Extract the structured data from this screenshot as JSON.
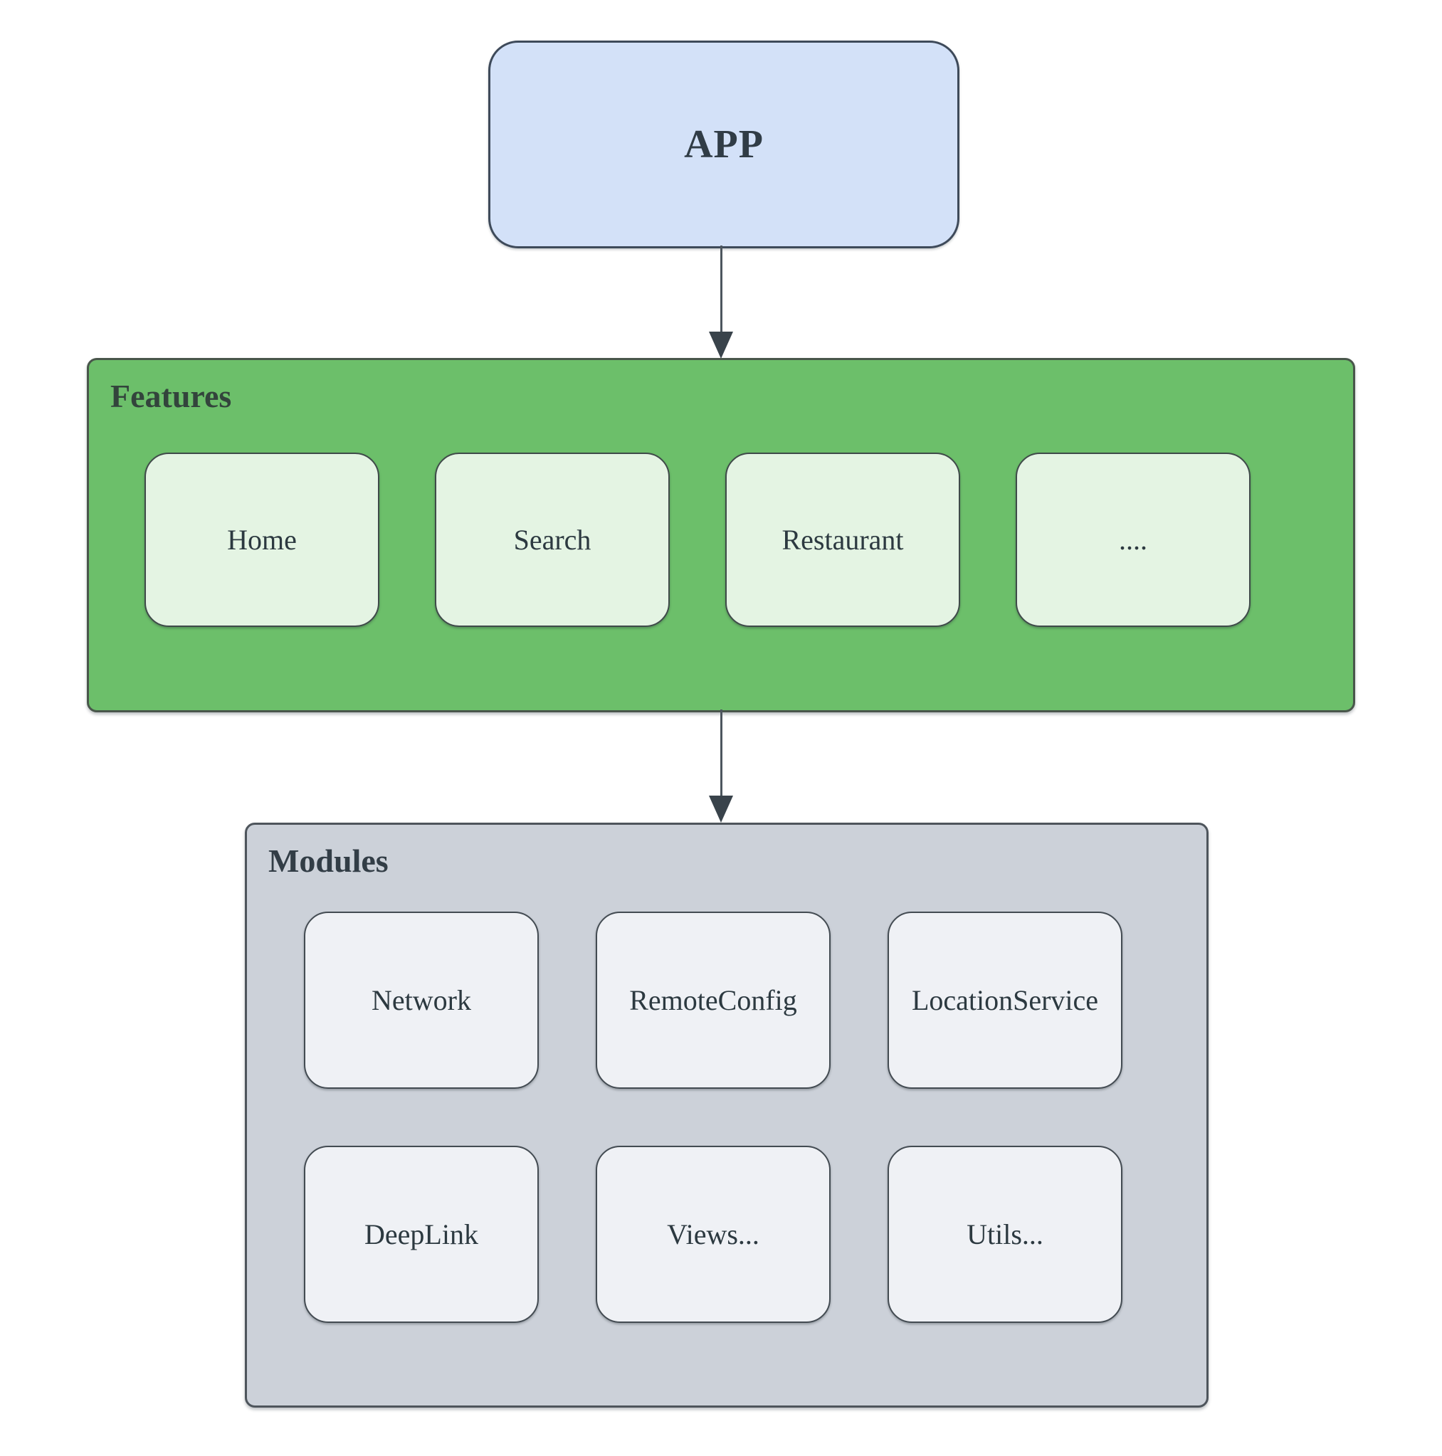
{
  "app": {
    "label": "APP"
  },
  "features": {
    "title": "Features",
    "items": [
      "Home",
      "Search",
      "Restaurant",
      "...."
    ]
  },
  "modules": {
    "title": "Modules",
    "items": [
      "Network",
      "RemoteConfig",
      "LocationService",
      "DeepLink",
      "Views...",
      "Utils..."
    ]
  },
  "colors": {
    "app_fill": "#d3e1f8",
    "features_fill": "#6cbf6a",
    "feature_item_fill": "#e4f4e3",
    "modules_fill": "#ccd1d9",
    "module_item_fill": "#eff1f5",
    "node_border": "#45504f",
    "arrow": "#39434b",
    "text": "#2f3b42"
  }
}
